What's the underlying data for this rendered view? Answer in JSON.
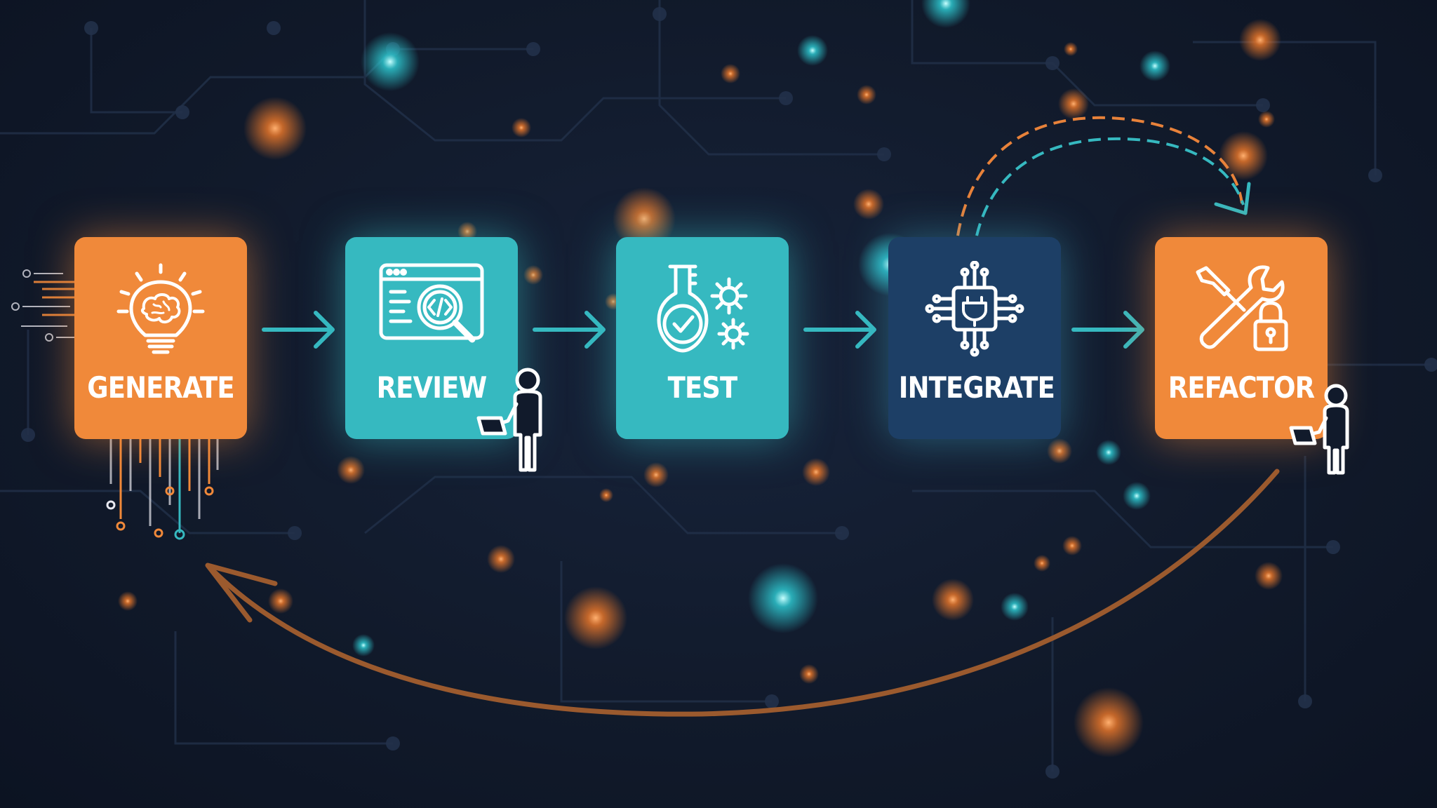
{
  "diagram": {
    "stages": [
      {
        "id": "generate",
        "label": "GENERATE",
        "icon": "lightbulb-brain-icon",
        "color": "#f0893a"
      },
      {
        "id": "review",
        "label": "REVIEW",
        "icon": "code-search-icon",
        "color": "#36b9c0"
      },
      {
        "id": "test",
        "label": "TEST",
        "icon": "flask-gears-icon",
        "color": "#36b9c0"
      },
      {
        "id": "integrate",
        "label": "INTEGRATE",
        "icon": "chip-plug-icon",
        "color": "#1d3f66"
      },
      {
        "id": "refactor",
        "label": "REFACTOR",
        "icon": "wrench-lock-icon",
        "color": "#f0893a"
      }
    ],
    "colors": {
      "background": "#111a2b",
      "accent_orange": "#f0893a",
      "accent_teal": "#36b9c0",
      "loop_arrow": "#9b5a2e"
    }
  }
}
